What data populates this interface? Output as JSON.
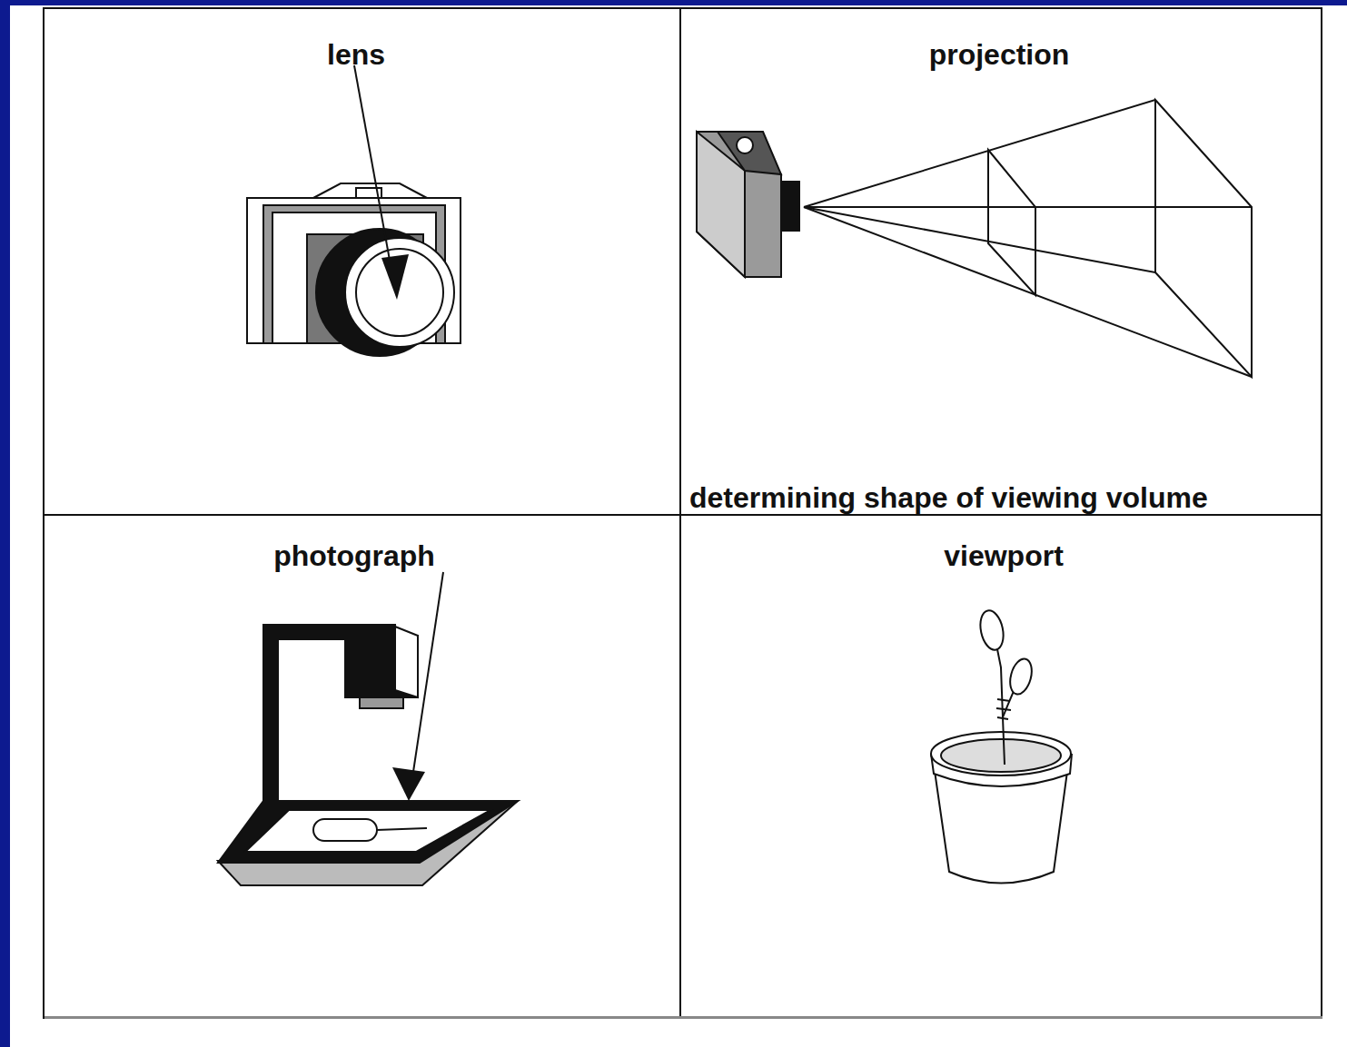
{
  "diagram": {
    "nodes": [
      {
        "text": [
          "lens"
        ]
      },
      {
        "text": [
          "projection",
          "determining shape of viewing volume"
        ]
      },
      {
        "text": [
          "photograph"
        ]
      },
      {
        "text": [
          "viewport"
        ]
      }
    ]
  }
}
